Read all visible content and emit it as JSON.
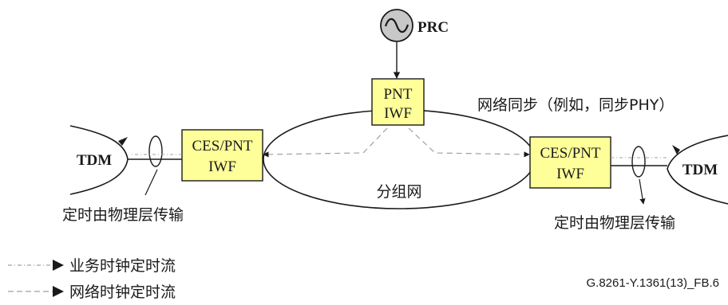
{
  "nodes": {
    "prc": {
      "label": "PRC"
    },
    "pnt_iwf": {
      "line1": "PNT",
      "line2": "IWF"
    },
    "ces_left": {
      "line1": "CES/PNT",
      "line2": "IWF"
    },
    "ces_right": {
      "line1": "CES/PNT",
      "line2": "IWF"
    },
    "tdm_left": {
      "label": "TDM"
    },
    "tdm_right": {
      "label": "TDM"
    },
    "packet_network": {
      "label": "分组网"
    }
  },
  "annotations": {
    "network_sync": "网络同步（例如，同步PHY）",
    "phys_layer_left": "定时由物理层传输",
    "phys_layer_right": "定时由物理层传输"
  },
  "legend": {
    "service_clock": "业务时钟定时流",
    "network_clock": "网络时钟定时流"
  },
  "figure_id": "G.8261-Y.1361(13)_FB.6",
  "colors": {
    "box_fill": "#ffff99",
    "stroke": "#1a1a1a",
    "dashed": "#a0a0a0",
    "oscillator_fill": "#c8c8c8"
  }
}
